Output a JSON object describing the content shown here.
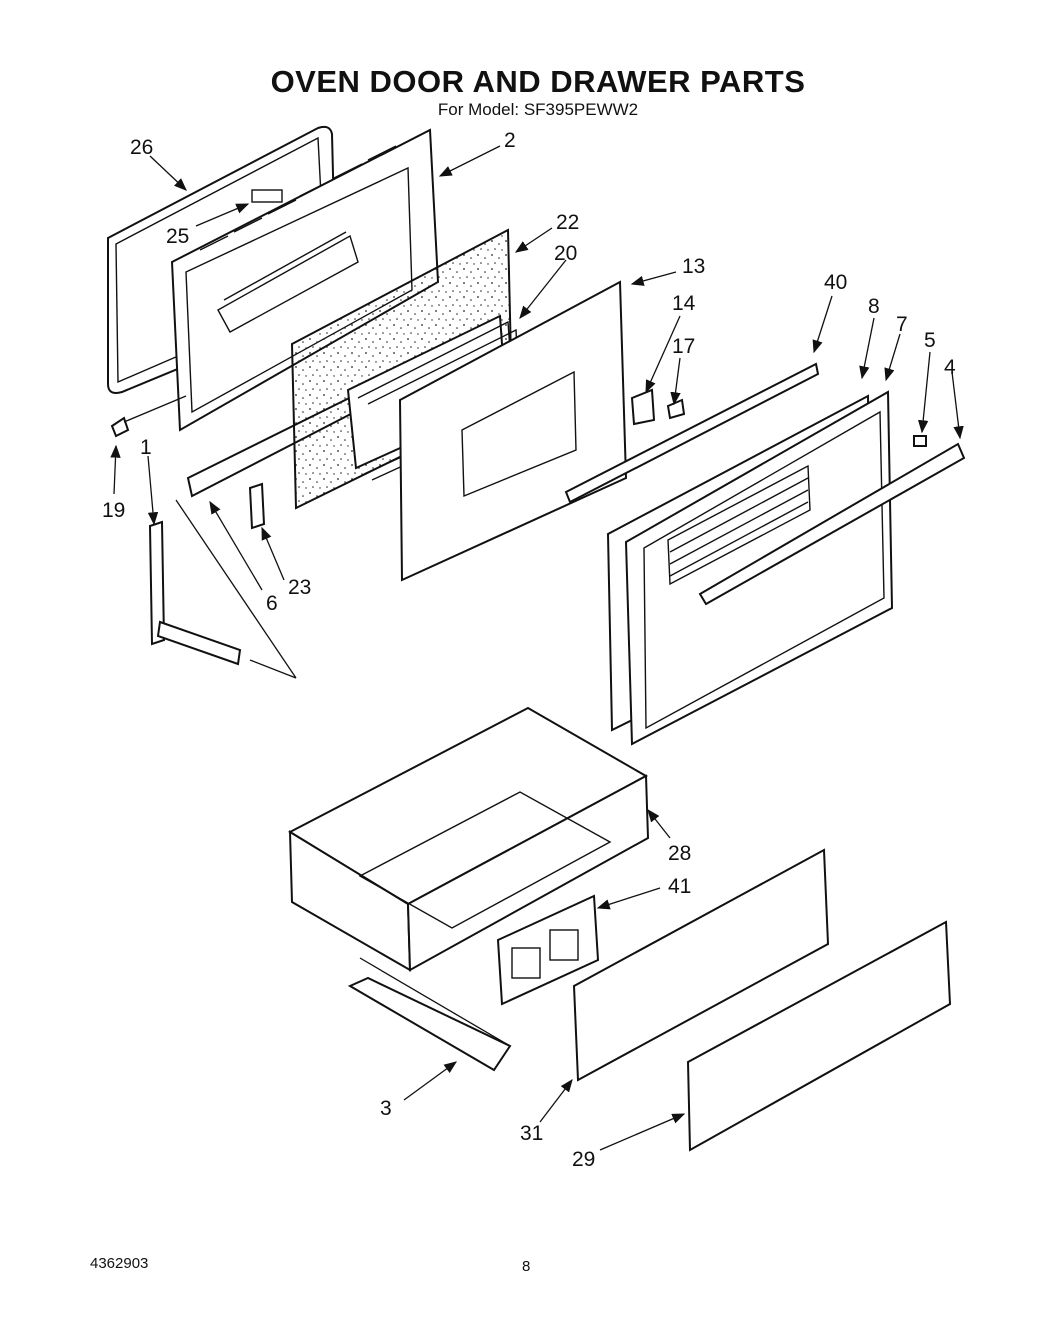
{
  "page": {
    "title": "OVEN DOOR AND DRAWER PARTS",
    "subtitle": "For Model: SF395PEWW2",
    "document_number": "4362903",
    "page_number": "8"
  },
  "callouts": {
    "c26": "26",
    "c25": "25",
    "c2": "2",
    "c22": "22",
    "c20": "20",
    "c13": "13",
    "c14": "14",
    "c17": "17",
    "c40": "40",
    "c8": "8",
    "c7": "7",
    "c5": "5",
    "c4": "4",
    "c1": "1",
    "c19": "19",
    "c6": "6",
    "c23": "23",
    "c28": "28",
    "c41": "41",
    "c3": "3",
    "c31": "31",
    "c29": "29"
  }
}
